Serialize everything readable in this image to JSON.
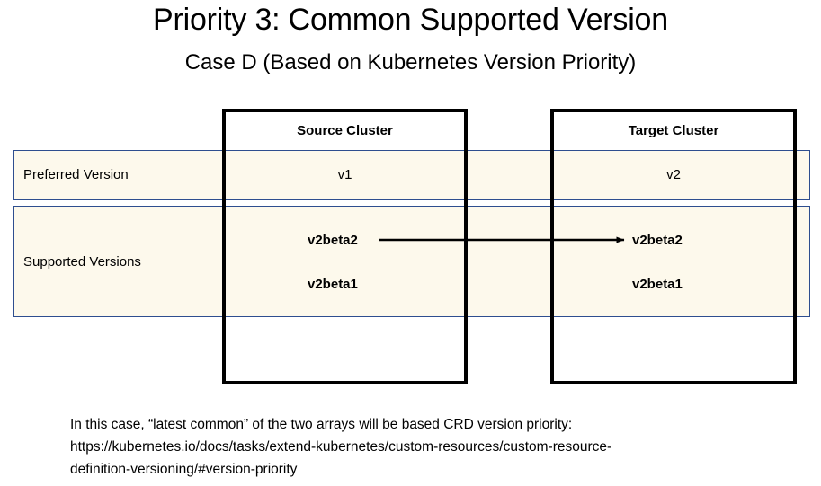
{
  "slide": {
    "title": "Priority 3: Common Supported Version",
    "subtitle": "Case D (Based on Kubernetes Version Priority)"
  },
  "table": {
    "rows": [
      {
        "label": "Preferred Version",
        "source_value": "v1",
        "target_value": "v2"
      },
      {
        "label": "Supported Versions",
        "source_versions": [
          "v2beta2",
          "v2beta1"
        ],
        "target_versions": [
          "v2beta2",
          "v2beta1"
        ]
      }
    ],
    "columns": [
      {
        "title": "Source Cluster"
      },
      {
        "title": "Target Cluster"
      }
    ]
  },
  "mapping_arrow": {
    "from": "v2beta2",
    "to": "v2beta2",
    "label": ""
  },
  "footnote": {
    "line1": "In this case, “latest common” of the two arrays will be based CRD version priority:",
    "line2": "https://kubernetes.io/docs/tasks/extend-kubernetes/custom-resources/custom-resource-",
    "line3": "definition-versioning/#version-priority"
  },
  "colors": {
    "highlight_fill": "#FDF9EC",
    "highlight_border": "#2E4E8F",
    "box_outline": "#000000",
    "arrow": "#000000",
    "text": "#000000"
  }
}
